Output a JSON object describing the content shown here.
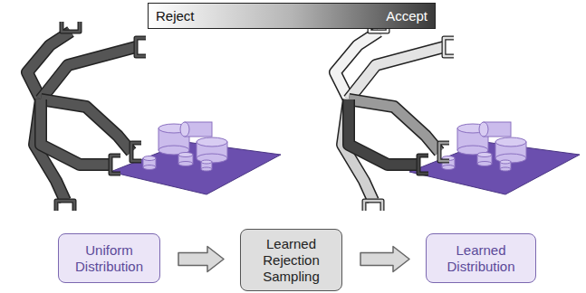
{
  "diagram": {
    "nodes": [
      {
        "text": [
          "Uniform Distribution"
        ]
      },
      {
        "text": [
          "Learned Rejection Sampling"
        ]
      },
      {
        "text": [
          "Learned Distribution"
        ]
      }
    ],
    "edges": [
      {
        "from": 0,
        "to": 1,
        "arrow": "to"
      },
      {
        "from": 1,
        "to": 2,
        "arrow": "to"
      }
    ],
    "labels": [
      "Reject",
      "Accept"
    ]
  }
}
